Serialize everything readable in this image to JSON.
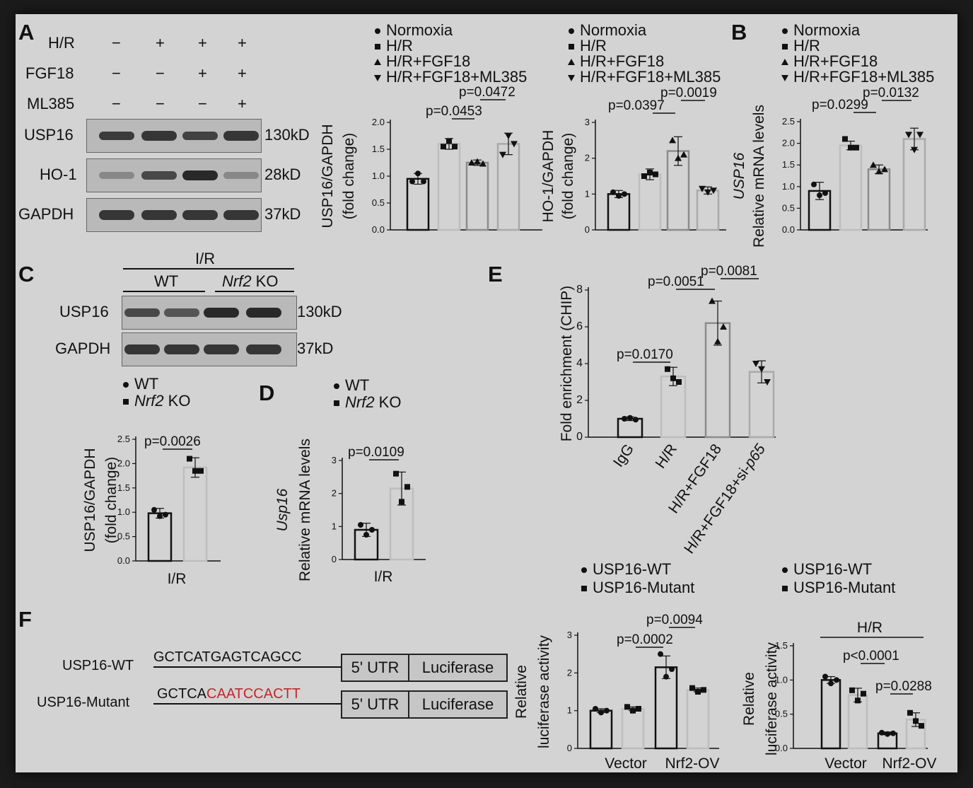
{
  "panelA": {
    "label": "A",
    "rows": [
      {
        "name": "H/R",
        "signs": [
          "−",
          "+",
          "+",
          "+"
        ]
      },
      {
        "name": "FGF18",
        "signs": [
          "−",
          "−",
          "+",
          "+"
        ]
      },
      {
        "name": "ML385",
        "signs": [
          "−",
          "−",
          "−",
          "+"
        ]
      }
    ],
    "blots": [
      {
        "name": "USP16",
        "kd": "130kD",
        "intensity": [
          0.8,
          0.85,
          0.75,
          0.85
        ]
      },
      {
        "name": "HO-1",
        "kd": "28kD",
        "intensity": [
          0.2,
          0.7,
          0.95,
          0.2
        ]
      },
      {
        "name": "GAPDH",
        "kd": "37kD",
        "intensity": [
          0.85,
          0.85,
          0.85,
          0.85
        ]
      }
    ]
  },
  "panelB": {
    "label": "B"
  },
  "panelC": {
    "label": "C",
    "ir": "I/R",
    "wt": "WT",
    "ko_italic": "Nrf2",
    "ko_rest": " KO",
    "blots": [
      {
        "name": "USP16",
        "kd": "130kD",
        "intensity": [
          0.7,
          0.6,
          0.95,
          0.95
        ]
      },
      {
        "name": "GAPDH",
        "kd": "37kD",
        "intensity": [
          0.85,
          0.85,
          0.85,
          0.85
        ]
      }
    ]
  },
  "panelD": {
    "label": "D"
  },
  "panelE": {
    "label": "E"
  },
  "panelF": {
    "label": "F",
    "wt_label": "USP16-WT",
    "wt_seq": "GCTCATGAGTCAGCC",
    "mut_label": "USP16-Mutant",
    "mut_seq_black": "GCTCA",
    "mut_seq_red": "CAATCCACTT",
    "utr": "5' UTR",
    "luc": "Luciferase",
    "red_color": "#c0282b"
  },
  "chart_data": [
    {
      "id": "A1",
      "type": "bar",
      "ylabel_lines": [
        "USP16/GAPDH",
        "(fold change)"
      ],
      "ylim": [
        0,
        2.0
      ],
      "yticks": [
        "0.0",
        "0.5",
        "1.0",
        "1.5",
        "2.0"
      ],
      "categories": [
        "Normoxia",
        "H/R",
        "H/R+FGF18",
        "H/R+FGF18+ML385"
      ],
      "legend": [
        "Normoxia",
        "H/R",
        "H/R+FGF18",
        "H/R+FGF18+ML385"
      ],
      "values": [
        0.95,
        1.6,
        1.25,
        1.6
      ],
      "errors": [
        0.1,
        0.1,
        0.05,
        0.2
      ],
      "points": [
        [
          0.9,
          1.05,
          0.9
        ],
        [
          1.55,
          1.65,
          1.55
        ],
        [
          1.25,
          1.27,
          1.23
        ],
        [
          1.4,
          1.75,
          1.6
        ]
      ],
      "annotations": [
        {
          "text": "p=0.0453",
          "from": 1,
          "to": 2
        },
        {
          "text": "p=0.0472",
          "from": 2,
          "to": 3
        }
      ]
    },
    {
      "id": "A2",
      "type": "bar",
      "ylabel_lines": [
        "HO-1/GAPDH",
        "(fold change)"
      ],
      "ylim": [
        0,
        3
      ],
      "yticks": [
        "0",
        "1",
        "2",
        "3"
      ],
      "categories": [
        "Normoxia",
        "H/R",
        "H/R+FGF18",
        "H/R+FGF18+ML385"
      ],
      "legend": [
        "Normoxia",
        "H/R",
        "H/R+FGF18",
        "H/R+FGF18+ML385"
      ],
      "values": [
        1.0,
        1.55,
        2.2,
        1.1
      ],
      "errors": [
        0.1,
        0.15,
        0.4,
        0.1
      ],
      "points": [
        [
          1.05,
          0.95,
          1.0
        ],
        [
          1.5,
          1.6,
          1.55
        ],
        [
          2.5,
          2.0,
          2.1
        ],
        [
          1.15,
          1.05,
          1.1
        ]
      ],
      "annotations": [
        {
          "text": "p=0.0397",
          "from": 1,
          "to": 2
        },
        {
          "text": "p=0.0019",
          "from": 2,
          "to": 3
        }
      ]
    },
    {
      "id": "B",
      "type": "bar",
      "ylabel_lines": [
        "USP16",
        "Relative mRNA levels"
      ],
      "ylim": [
        0,
        2.5
      ],
      "yticks": [
        "0.0",
        "0.5",
        "1.0",
        "1.5",
        "2.0",
        "2.5"
      ],
      "categories": [
        "Normoxia",
        "H/R",
        "H/R+FGF18",
        "H/R+FGF18+ML385"
      ],
      "legend": [
        "Normoxia",
        "H/R",
        "H/R+FGF18",
        "H/R+FGF18+ML385"
      ],
      "values": [
        0.9,
        1.95,
        1.4,
        2.1
      ],
      "errors": [
        0.2,
        0.1,
        0.1,
        0.25
      ],
      "points": [
        [
          1.05,
          0.8,
          0.85
        ],
        [
          2.1,
          1.9,
          1.9
        ],
        [
          1.5,
          1.35,
          1.4
        ],
        [
          2.2,
          1.85,
          2.2
        ]
      ],
      "annotations": [
        {
          "text": "p=0.0299",
          "from": 1,
          "to": 2
        },
        {
          "text": "p=0.0132",
          "from": 2,
          "to": 3
        }
      ]
    },
    {
      "id": "C2",
      "type": "bar",
      "ylabel_lines": [
        "USP16/GAPDH",
        "(fold change)"
      ],
      "xlabel": "I/R",
      "ylim": [
        0,
        2.5
      ],
      "yticks": [
        "0.0",
        "0.5",
        "1.0",
        "1.5",
        "2.0",
        "2.5"
      ],
      "categories": [
        "WT",
        "Nrf2 KO"
      ],
      "legend": [
        "WT",
        "Nrf2 KO"
      ],
      "values": [
        0.98,
        1.92
      ],
      "errors": [
        0.1,
        0.2
      ],
      "points": [
        [
          1.05,
          0.92,
          0.95
        ],
        [
          2.1,
          1.85,
          1.85
        ]
      ],
      "annotations": [
        {
          "text": "p=0.0026",
          "from": 0,
          "to": 1
        }
      ]
    },
    {
      "id": "D",
      "type": "bar",
      "ylabel_lines": [
        "Usp16",
        "Relative mRNA levels"
      ],
      "xlabel": "I/R",
      "ylim": [
        0,
        3
      ],
      "yticks": [
        "0",
        "1",
        "2",
        "3"
      ],
      "categories": [
        "WT",
        "Nrf2 KO"
      ],
      "legend": [
        "WT",
        "Nrf2 KO"
      ],
      "values": [
        0.9,
        2.15
      ],
      "errors": [
        0.2,
        0.5
      ],
      "points": [
        [
          1.05,
          0.75,
          0.9
        ],
        [
          2.6,
          1.75,
          2.2
        ]
      ],
      "annotations": [
        {
          "text": "p=0.0109",
          "from": 0,
          "to": 1
        }
      ]
    },
    {
      "id": "E",
      "type": "bar",
      "ylabel_lines": [
        "Fold enrichment (CHIP)"
      ],
      "ylim": [
        0,
        8
      ],
      "yticks": [
        "0",
        "2",
        "4",
        "6",
        "8"
      ],
      "categories": [
        "IgG",
        "H/R",
        "H/R+FGF18",
        "H/R+FGF18+si-p65"
      ],
      "values": [
        1.0,
        3.3,
        6.2,
        3.55
      ],
      "errors": [
        0.1,
        0.5,
        1.2,
        0.6
      ],
      "points": [
        [
          1.0,
          1.05,
          0.95
        ],
        [
          3.7,
          3.2,
          3.0
        ],
        [
          7.4,
          5.2,
          6.0
        ],
        [
          4.0,
          3.7,
          3.0
        ]
      ],
      "annotations": [
        {
          "text": "p=0.0170",
          "from": 0,
          "to": 1
        },
        {
          "text": "p=0.0051",
          "from": 1,
          "to": 2
        },
        {
          "text": "p=0.0081",
          "from": 2,
          "to": 3
        }
      ]
    },
    {
      "id": "F1",
      "type": "bar",
      "ylabel_lines": [
        "Relative",
        "luciferase activity"
      ],
      "ylim": [
        0,
        3
      ],
      "yticks": [
        "0",
        "1",
        "2",
        "3"
      ],
      "groups": [
        "Vector",
        "Nrf2-OV"
      ],
      "legend": [
        "USP16-WT",
        "USP16-Mutant"
      ],
      "categories": [
        "Vector USP16-WT",
        "Vector USP16-Mutant",
        "Nrf2-OV USP16-WT",
        "Nrf2-OV USP16-Mutant"
      ],
      "values": [
        1.0,
        1.05,
        2.15,
        1.55
      ],
      "errors": [
        0.05,
        0.05,
        0.3,
        0.05
      ],
      "points": [
        [
          1.05,
          0.95,
          1.0
        ],
        [
          1.1,
          1.0,
          1.05
        ],
        [
          2.5,
          1.9,
          2.1
        ],
        [
          1.6,
          1.5,
          1.55
        ]
      ],
      "annotations": [
        {
          "text": "p=0.0002",
          "from": 1,
          "to": 2
        },
        {
          "text": "p=0.0094",
          "from": 2,
          "to": 3
        }
      ]
    },
    {
      "id": "F2",
      "type": "bar",
      "title": "H/R",
      "ylabel_lines": [
        "Relative",
        "luciferase activity"
      ],
      "ylim": [
        0,
        1.5
      ],
      "yticks": [
        "0.0",
        "0.5",
        "1.0",
        "1.5"
      ],
      "groups": [
        "Vector",
        "Nrf2-OV"
      ],
      "legend": [
        "USP16-WT",
        "USP16-Mutant"
      ],
      "categories": [
        "Vector USP16-WT",
        "Vector USP16-Mutant",
        "Nrf2-OV USP16-WT",
        "Nrf2-OV USP16-Mutant"
      ],
      "values": [
        1.0,
        0.78,
        0.22,
        0.42
      ],
      "errors": [
        0.05,
        0.1,
        0.02,
        0.1
      ],
      "points": [
        [
          1.05,
          0.95,
          1.0
        ],
        [
          0.85,
          0.7,
          0.8
        ],
        [
          0.23,
          0.21,
          0.22
        ],
        [
          0.52,
          0.4,
          0.33
        ]
      ],
      "annotations": [
        {
          "text": "p<0.0001",
          "from": 1,
          "to": 2
        },
        {
          "text": "p=0.0288",
          "from": 2,
          "to": 3
        }
      ]
    }
  ]
}
